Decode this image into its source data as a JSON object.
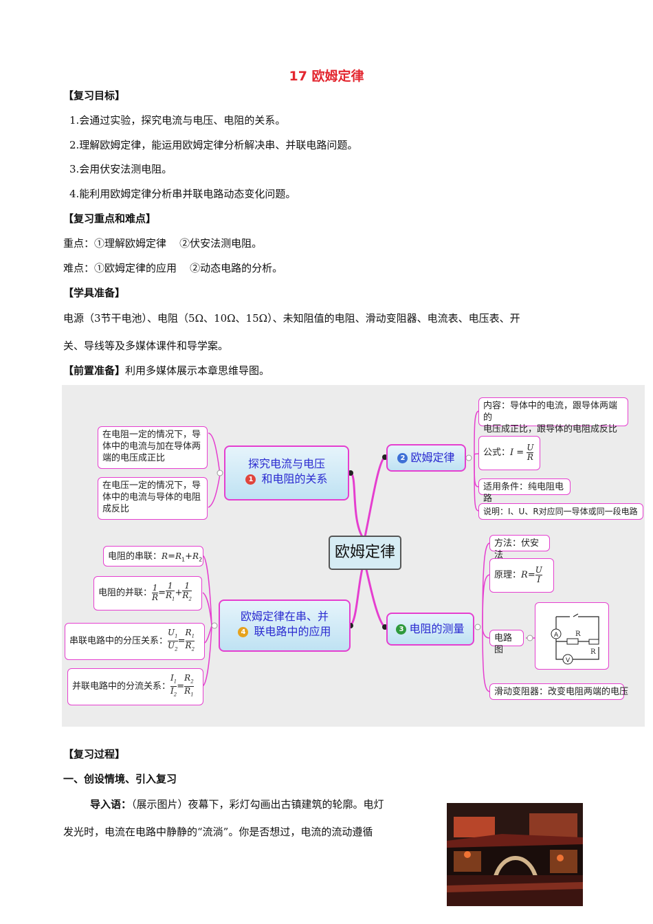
{
  "title": "17  欧姆定律",
  "sections": {
    "goals_heading": "【复习目标】",
    "goals": [
      "1.会通过实验，探究电流与电压、电阻的关系。",
      "2.理解欧姆定律，能运用欧姆定律分析解决串、并联电路问题。",
      "3.会用伏安法测电阻。",
      "4.能利用欧姆定律分析串并联电路动态变化问题。"
    ],
    "key_heading": "【复习重点和难点】",
    "key_line": "重点：①理解欧姆定律    ②伏安法测电阻。",
    "hard_line": "难点：①欧姆定律的应用    ②动态电路的分析。",
    "tools_heading": "【学具准备】",
    "tools_line1": "电源（3节干电池）、电阻（5Ω、10Ω、15Ω）、未知阻值的电阻、滑动变阻器、电流表、电压表、开",
    "tools_line2": "关、导线等及多媒体课件和导学案。",
    "pre_heading": "【前置准备】",
    "pre_text": "利用多媒体展示本章思维导图。",
    "process_heading": "【复习过程】",
    "part1_heading": "一、创设情境、引入复习",
    "intro_label": "导入语：",
    "intro_line1": "（展示图片）夜幕下，彩灯勾画出古镇建筑的轮廓。电灯",
    "intro_line2": "发光时，电流在电路中静静的“流淌”。你是否想过，电流的流动遵循"
  },
  "mindmap": {
    "center": "欧姆定律",
    "n1": {
      "num": "1",
      "text": "探究电流与电压和电阻的关系",
      "l1": "探究电流与电压",
      "l2": "和电阻的关系"
    },
    "n2": {
      "num": "2",
      "text": "欧姆定律"
    },
    "n3": {
      "num": "3",
      "text": "电阻的测量"
    },
    "n4": {
      "num": "4",
      "l1": "欧姆定律在串、并",
      "l2": "联电路中的应用"
    },
    "left_top": {
      "a1": "在电阻一定的情况下，导",
      "a2": "体中的电流与加在导体两",
      "a3": "端的电压成正比",
      "b1": "在电压一定的情况下，导",
      "b2": "体中的电流与导体的电阻",
      "b3": "成反比"
    },
    "right_top": {
      "content1": "内容：导体中的电流，跟导体两端的",
      "content2": "电压成正比，跟导体的电阻成反比",
      "formula_label": "公式：",
      "condition": "适用条件：纯电阻电路",
      "note": "说明：I、U、R对应同一导体或同一段电路"
    },
    "left_bottom": {
      "series": "电阻的串联：",
      "parallel": "电阻的并联：",
      "divide_v": "串联电路中的分压关系：",
      "divide_i": "并联电路中的分流关系："
    },
    "right_bottom": {
      "method": "方法：伏安法",
      "principle_label": "原理：",
      "circuit_label": "电路图",
      "rheostat": "滑动变阻器：改变电阻两端的电压"
    },
    "colors": {
      "branch": "#e53ecf",
      "n1": "#e0453c",
      "n2": "#3d6fd6",
      "n3": "#2f9a3c",
      "n4": "#e6a21d"
    }
  }
}
